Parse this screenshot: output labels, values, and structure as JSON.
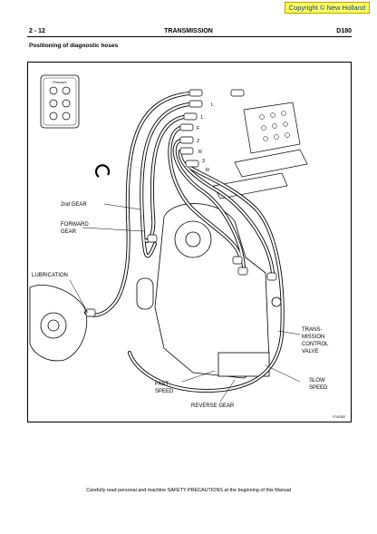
{
  "watermark": {
    "text": "Copyright © New Holland"
  },
  "header": {
    "page": "2 - 12",
    "section": "TRANSMISSION",
    "model": "D180"
  },
  "subtitle": "Positioning of diagnostic hoses",
  "figure": {
    "panel_title": "Pressure",
    "port_labels": [
      "L",
      "1",
      "F",
      "2",
      "R",
      "3",
      "R"
    ],
    "callouts": {
      "second_gear": "2nd GEAR",
      "forward_gear_1": "FORWARD",
      "forward_gear_2": "GEAR",
      "lubrication": "LUBRICATION",
      "control_valve_1": "TRANS-",
      "control_valve_2": "MISSION",
      "control_valve_3": "CONTROL",
      "control_valve_4": "VALVE",
      "slow_speed_1": "SLOW",
      "slow_speed_2": "SPEED",
      "fast_speed_1": "FAST",
      "fast_speed_2": "SPEED",
      "reverse_gear": "REVERSE GEAR"
    },
    "figure_code": "F14392"
  },
  "footer": "Carefully read personal and machine SAFETY PRECAUTIONS at the beginning of this Manual",
  "colors": {
    "watermark_bg": "#ffff66",
    "watermark_text": "#0a3d8f"
  }
}
